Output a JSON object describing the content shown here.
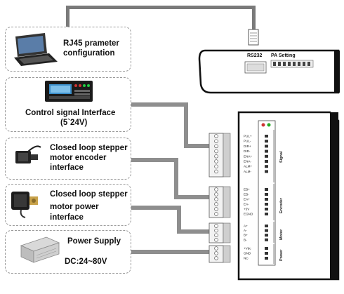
{
  "rj45": {
    "line1": "RJ45 prameter",
    "line2": "configuration"
  },
  "control": {
    "line1": "Control signal Interface",
    "line2": "(5`24V)"
  },
  "encoder": {
    "line1": "Closed loop stepper",
    "line2": "motor encoder",
    "line3": "interface"
  },
  "motor": {
    "line1": "Closed loop stepper",
    "line2": "motor power",
    "line3": "interface"
  },
  "power": {
    "title": "Power Supply",
    "voltage": "DC:24~80V"
  },
  "top_device": {
    "rs232": "RS232",
    "pa_setting": "PA Setting"
  },
  "driver": {
    "pins": [
      "PUL+",
      "PUL-",
      "DIR+",
      "DIR-",
      "ENA+",
      "ENA-",
      "ALM+",
      "ALM-",
      "EB+",
      "EB-",
      "EA+",
      "EA-",
      "+5V",
      "EGND",
      "A+",
      "A-",
      "B+",
      "B-",
      "+Vdc",
      "GND",
      "NC"
    ],
    "section_signal": "Signal",
    "section_encoder": "Encoder",
    "section_motor": "Motor",
    "section_power": "Power"
  }
}
